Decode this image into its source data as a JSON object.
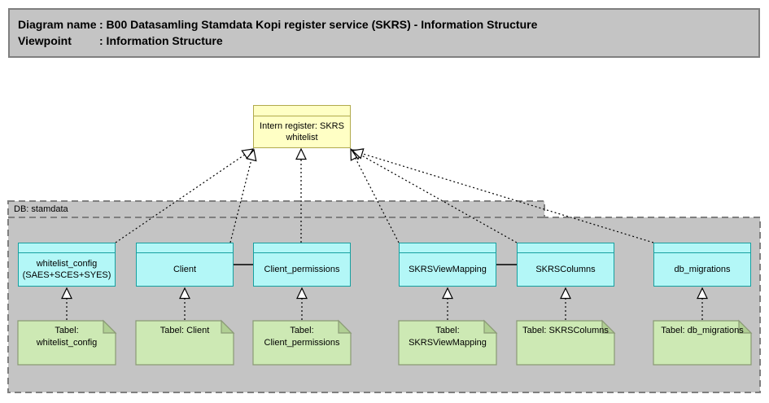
{
  "header": {
    "rows": [
      {
        "label": "Diagram name",
        "value": ": B00 Datasamling Stamdata Kopi register service (SKRS) - Information Structure"
      },
      {
        "label": "Viewpoint",
        "value": ": Information Structure"
      }
    ]
  },
  "register": {
    "label": "Intern register: SKRS\nwhitelist"
  },
  "container": {
    "label": "DB: stamdata"
  },
  "entities": [
    {
      "label": "whitelist_config\n(SAES+SCES+SYES)"
    },
    {
      "label": "Client"
    },
    {
      "label": "Client_permissions"
    },
    {
      "label": "SKRSViewMapping"
    },
    {
      "label": "SKRSColumns"
    },
    {
      "label": "db_migrations"
    }
  ],
  "notes": [
    {
      "label": "Tabel:\nwhitelist_config"
    },
    {
      "label": "Tabel: Client"
    },
    {
      "label": "Tabel:\nClient_permissions"
    },
    {
      "label": "Tabel:\nSKRSViewMapping"
    },
    {
      "label": "Tabel: SKRSColumns"
    },
    {
      "label": "Tabel: db_migrations"
    }
  ],
  "colors": {
    "page_bg": "#ffffff",
    "panel_gray": "#c4c4c4",
    "panel_border": "#7f7f7f",
    "register_fill": "#ffffc5",
    "register_border": "#b1aa4d",
    "entity_fill": "#b3f7f7",
    "entity_border": "#17a0a0",
    "note_fill": "#cde9b4",
    "note_border": "#8a9a75",
    "note_fold": "#b0cf93",
    "connector": "#000000"
  }
}
